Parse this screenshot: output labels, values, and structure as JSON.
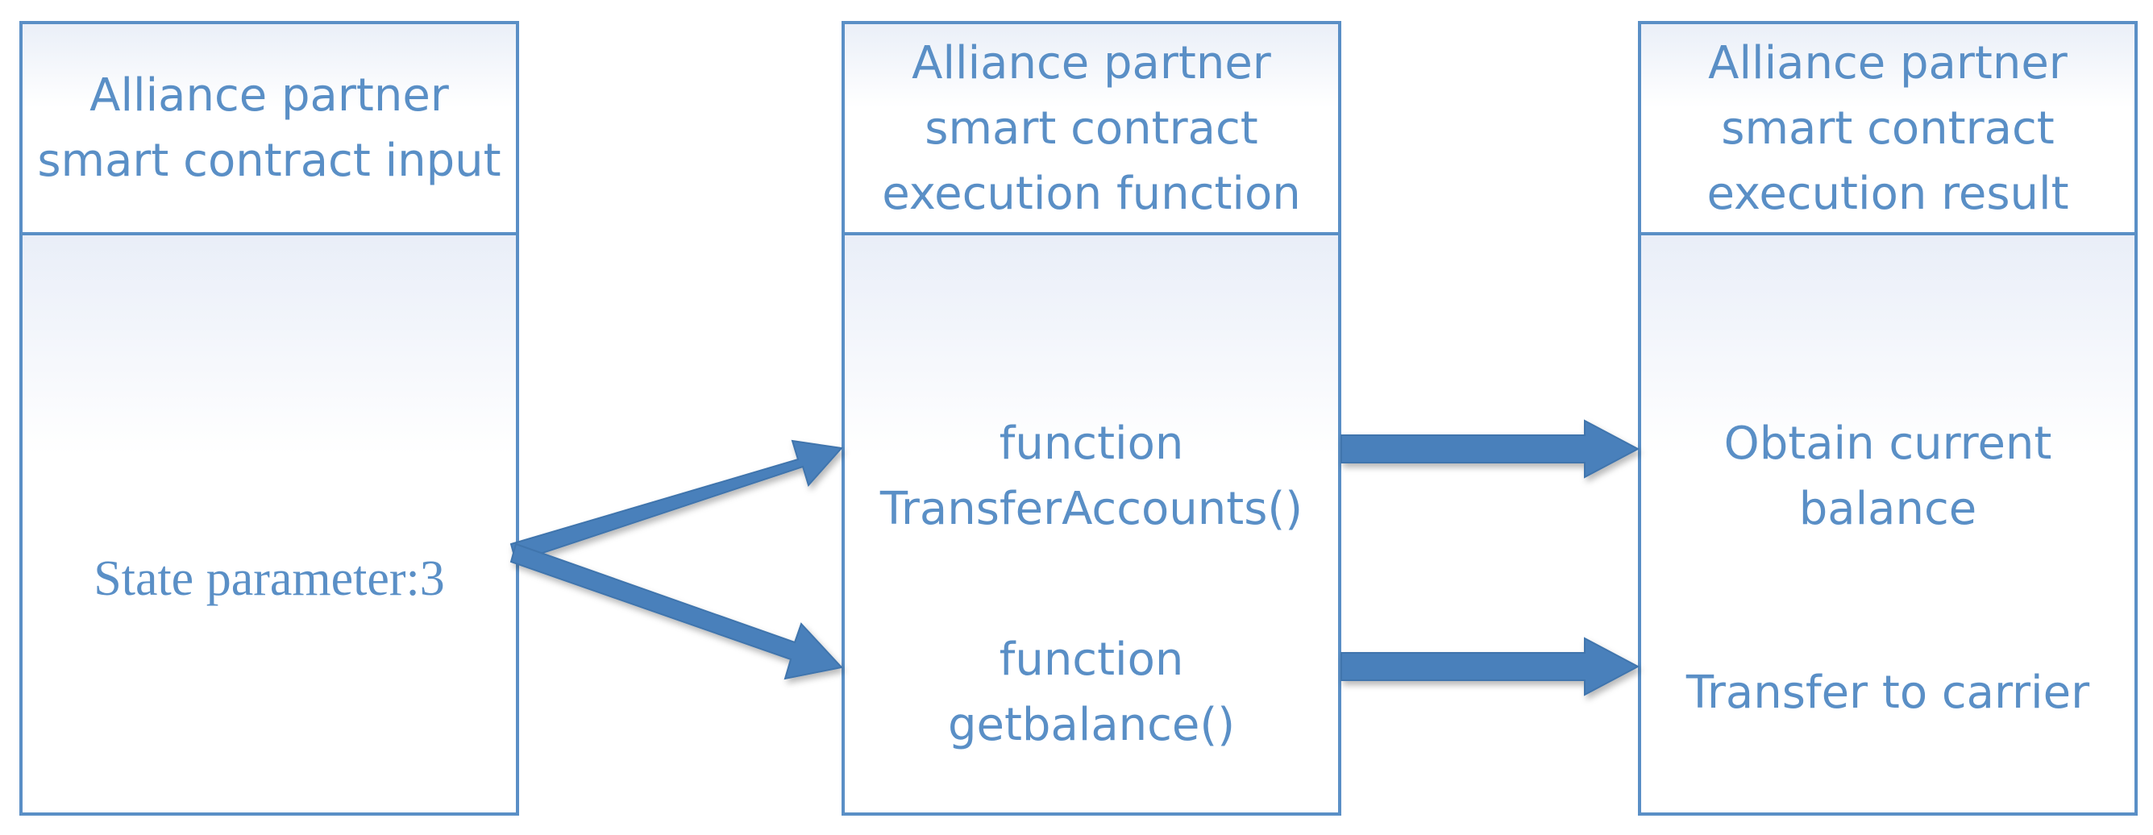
{
  "colors": {
    "accent": "#5a8fc6",
    "arrow": "#4a80bb"
  },
  "panels": {
    "input": {
      "header": "Alliance partner\nsmart contract input",
      "items": [
        "State parameter:3"
      ]
    },
    "function": {
      "header": "Alliance partner\nsmart contract\nexecution function",
      "items": [
        "function\nTransferAccounts()",
        "function\ngetbalance()"
      ]
    },
    "result": {
      "header": "Alliance partner\nsmart contract\nexecution result",
      "items": [
        "Obtain current\nbalance",
        "Transfer to carrier"
      ]
    }
  }
}
